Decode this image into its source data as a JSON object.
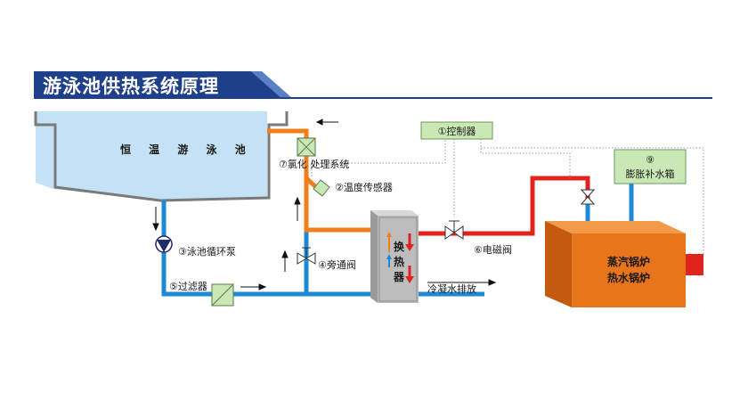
{
  "title": "游泳池供热系统原理",
  "pool_label": "恒 温 游 泳 池",
  "labels": {
    "controller": "①控制器",
    "chlorination": "⑦氯化 处理系统",
    "temp_sensor": "②温度传感器",
    "pool_pump": "③泳池循环泵",
    "bypass_valve": "④旁通阀",
    "filter": "⑤过滤器",
    "solenoid_valve": "⑥电磁阀",
    "condensate": "冷凝水排放",
    "expansion_tank": "⑨\n膨胀补水箱",
    "expansion_tank_num": "⑨",
    "expansion_tank_name": "膨胀补水箱",
    "boiler_line1": "蒸汽锅炉",
    "boiler_line2": "热水锅炉",
    "hx_1": "换",
    "hx_2": "热",
    "hx_3": "器"
  },
  "colors": {
    "title_bar": "#1e3f8a",
    "water": "#bfe0f5",
    "cold_pipe": "#1e8ad6",
    "warm_pipe": "#f07f1a",
    "hot_pipe": "#e0241d",
    "boiler": "#e8741c",
    "component_green": "#c9e8b5"
  }
}
